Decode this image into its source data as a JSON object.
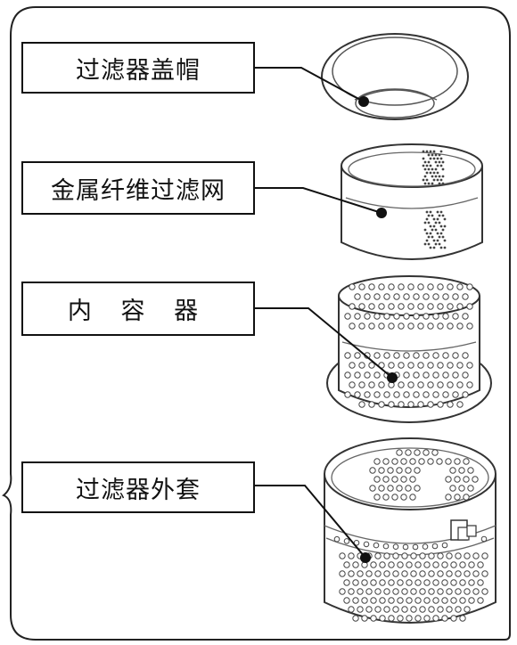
{
  "labels": {
    "cap": "过滤器盖帽",
    "mesh": "金属纤维过滤网",
    "inner": "内 容 器",
    "outer": "过滤器外套"
  },
  "callout_markers": {
    "cap": "filled-dot",
    "mesh": "filled-dot",
    "inner": "filled-dot",
    "outer": "filled-dot"
  },
  "colors": {
    "line": "#111111",
    "background": "#ffffff"
  }
}
